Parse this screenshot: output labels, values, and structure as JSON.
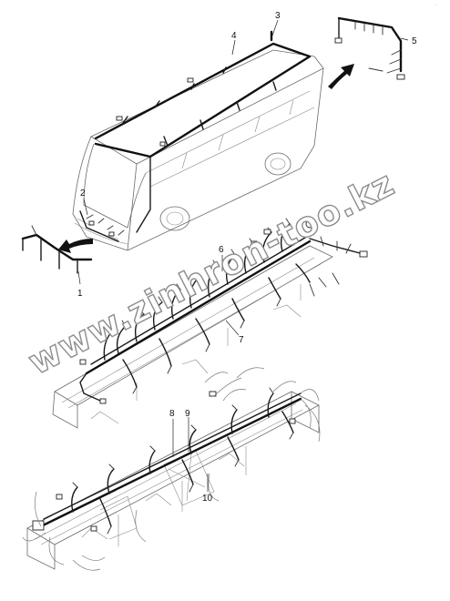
{
  "corner_mark": "...",
  "callouts": [
    {
      "id": "1",
      "text": "1"
    },
    {
      "id": "2",
      "text": "2"
    },
    {
      "id": "3",
      "text": "3"
    },
    {
      "id": "4",
      "text": "4"
    },
    {
      "id": "5",
      "text": "5"
    },
    {
      "id": "6",
      "text": "6"
    },
    {
      "id": "7",
      "text": "7"
    },
    {
      "id": "8",
      "text": "8"
    },
    {
      "id": "9",
      "text": "9"
    },
    {
      "id": "10",
      "text": "10"
    }
  ],
  "watermark": {
    "text": "www.zinhron-too.kz"
  },
  "colors": {
    "harness": "#111111",
    "outline": "#6a6a6a",
    "watermark_stroke": "#8c8c8c",
    "background": "#ffffff"
  },
  "icons": [
    "arrow-left-icon",
    "arrow-right-icon"
  ]
}
